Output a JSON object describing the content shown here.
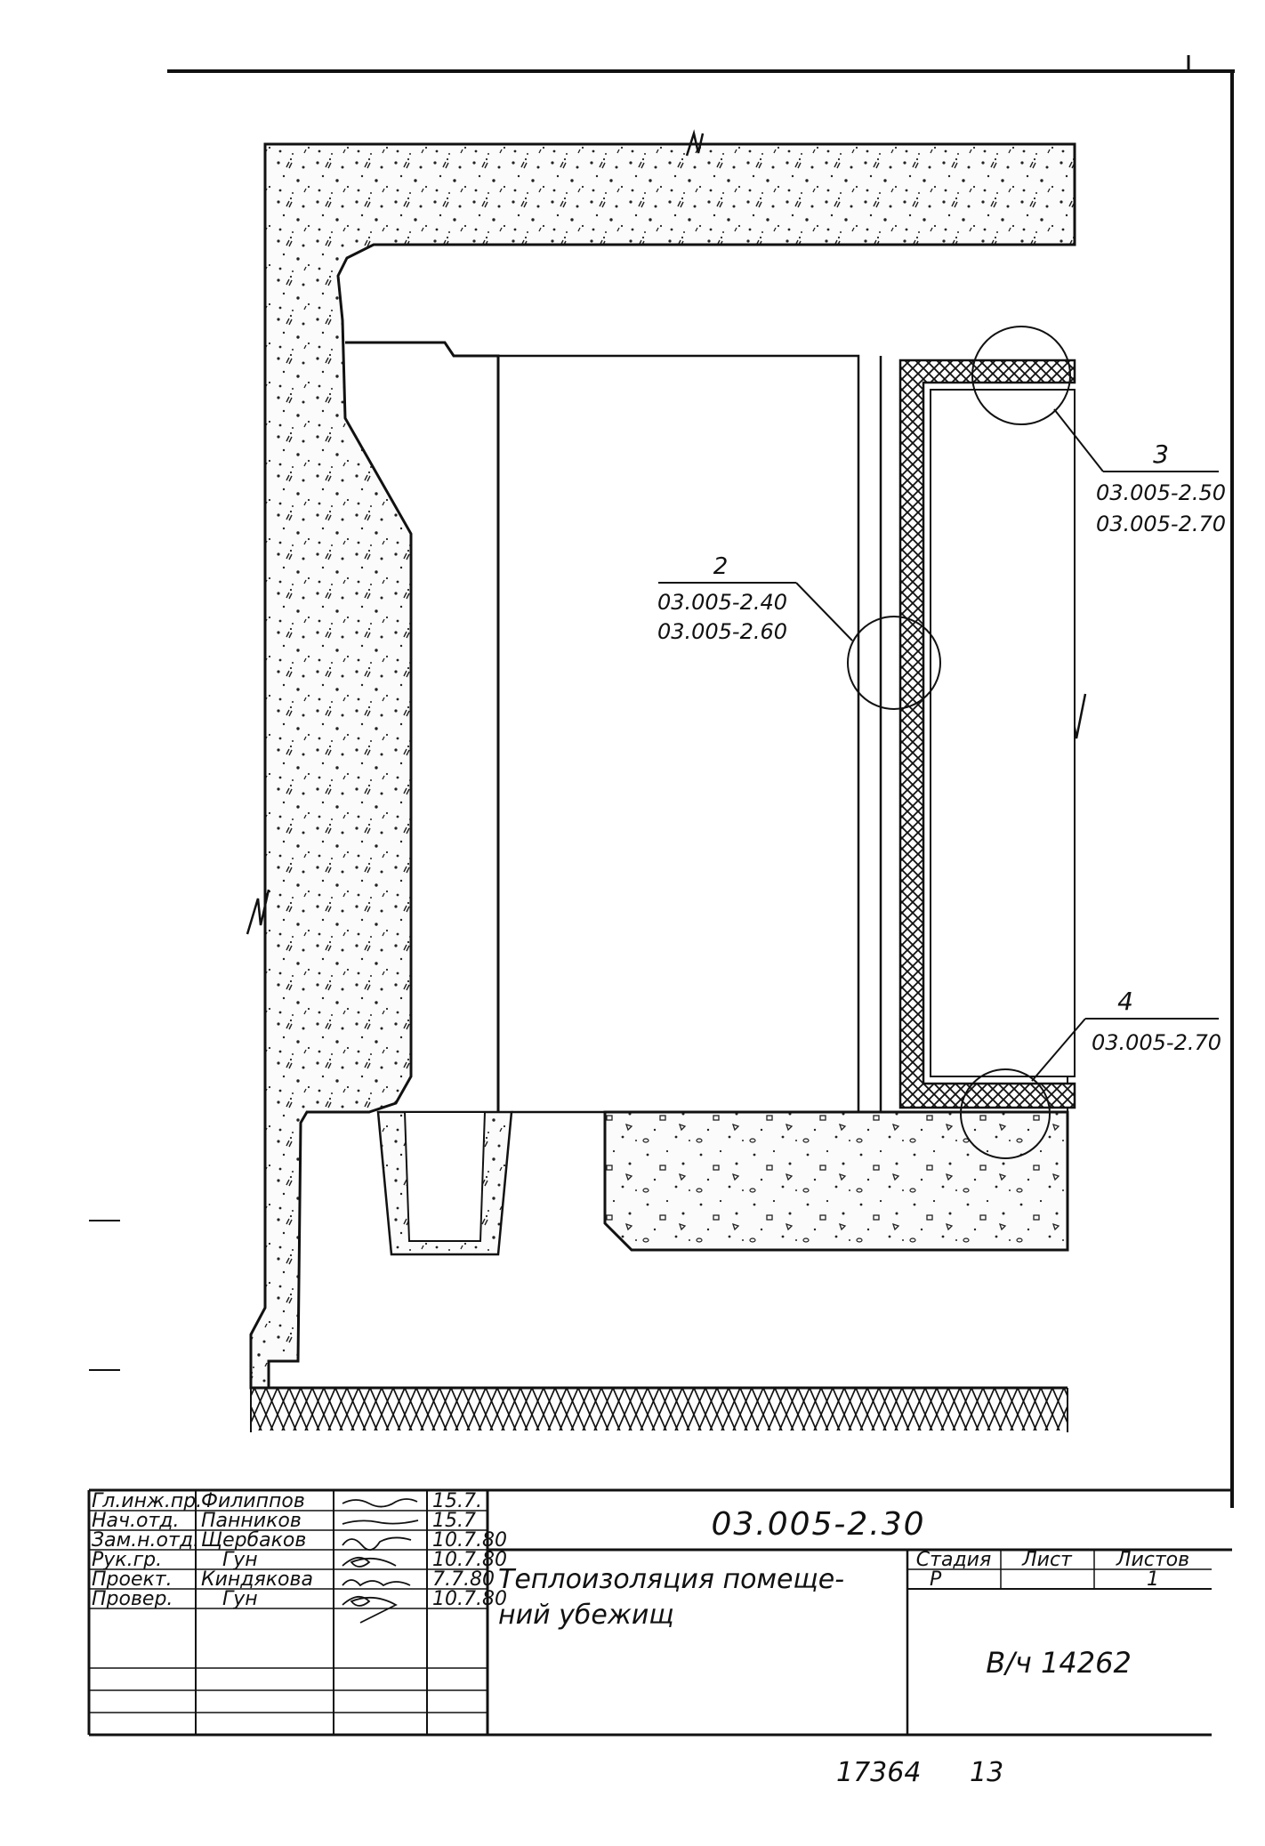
{
  "callouts": [
    {
      "number": "2",
      "refs": [
        "03.005-2.40",
        "03.005-2.60"
      ]
    },
    {
      "number": "3",
      "refs": [
        "03.005-2.50",
        "03.005-2.70"
      ]
    },
    {
      "number": "4",
      "refs": [
        "03.005-2.70"
      ]
    }
  ],
  "title_block": {
    "drawing_code": "03.005-2.30",
    "title_line1": "Теплоизоляция помеще-",
    "title_line2": "ний убежищ",
    "stage_header": "Стадия",
    "sheet_header": "Лист",
    "sheets_header": "Листов",
    "stage_value": "Р",
    "sheet_value": "",
    "sheets_value": "1",
    "organization": "В/ч 14262",
    "signers": [
      {
        "role": "Гл.инж.пр.",
        "name": "Филиппов",
        "date": "15.7."
      },
      {
        "role": "Нач.отд.",
        "name": "Панников",
        "date": "15.7"
      },
      {
        "role": "Зам.н.отд.",
        "name": "Щербаков",
        "date": "10.7.80"
      },
      {
        "role": "Рук.гр.",
        "name": "Гун",
        "date": "10.7.80"
      },
      {
        "role": "Проект.",
        "name": "Киндякова",
        "date": "7.7.80"
      },
      {
        "role": "Провер.",
        "name": "Гун",
        "date": "10.7.80"
      }
    ]
  },
  "footer": {
    "inventory_number": "17364",
    "page_number": "13"
  }
}
